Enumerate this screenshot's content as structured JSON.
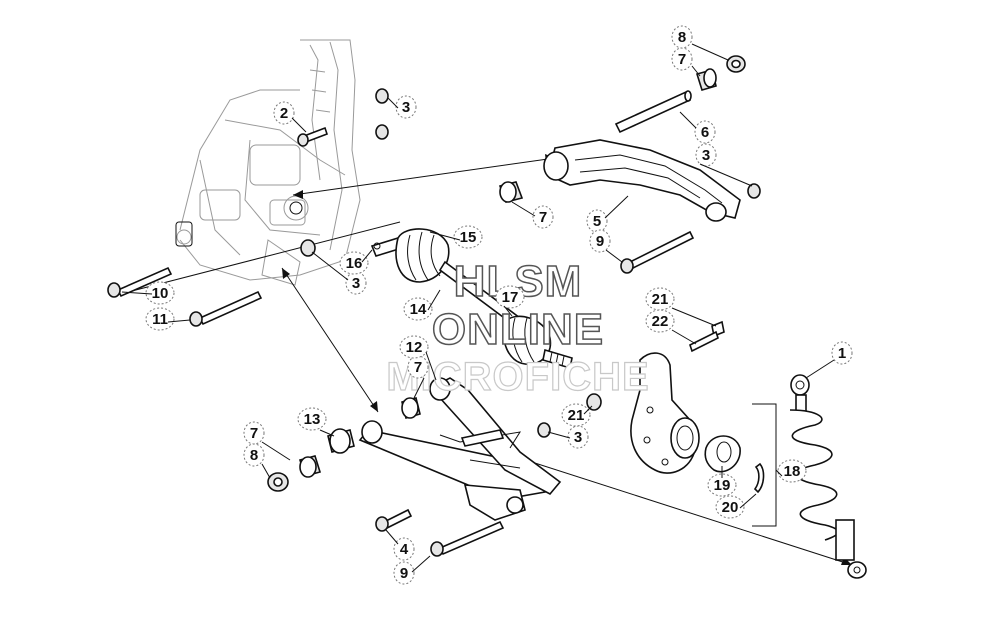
{
  "watermark": {
    "line1": "HLSM",
    "line2": "ONLINE",
    "line3": "MICROFICHE"
  },
  "callouts": [
    {
      "id": "c1",
      "label": "1"
    },
    {
      "id": "c2",
      "label": "2"
    },
    {
      "id": "c3a",
      "label": "3"
    },
    {
      "id": "c3b",
      "label": "3"
    },
    {
      "id": "c3c",
      "label": "3"
    },
    {
      "id": "c3d",
      "label": "3"
    },
    {
      "id": "c4",
      "label": "4"
    },
    {
      "id": "c5",
      "label": "5"
    },
    {
      "id": "c6",
      "label": "6"
    },
    {
      "id": "c7a",
      "label": "7"
    },
    {
      "id": "c7b",
      "label": "7"
    },
    {
      "id": "c7c",
      "label": "7"
    },
    {
      "id": "c7d",
      "label": "7"
    },
    {
      "id": "c8a",
      "label": "8"
    },
    {
      "id": "c8b",
      "label": "8"
    },
    {
      "id": "c9a",
      "label": "9"
    },
    {
      "id": "c9b",
      "label": "9"
    },
    {
      "id": "c10",
      "label": "10"
    },
    {
      "id": "c11",
      "label": "11"
    },
    {
      "id": "c12",
      "label": "12"
    },
    {
      "id": "c13",
      "label": "13"
    },
    {
      "id": "c14",
      "label": "14"
    },
    {
      "id": "c15",
      "label": "15"
    },
    {
      "id": "c16",
      "label": "16"
    },
    {
      "id": "c17",
      "label": "17"
    },
    {
      "id": "c18",
      "label": "18"
    },
    {
      "id": "c19",
      "label": "19"
    },
    {
      "id": "c20",
      "label": "20"
    },
    {
      "id": "c21a",
      "label": "21"
    },
    {
      "id": "c21b",
      "label": "21"
    },
    {
      "id": "c22",
      "label": "22"
    }
  ]
}
